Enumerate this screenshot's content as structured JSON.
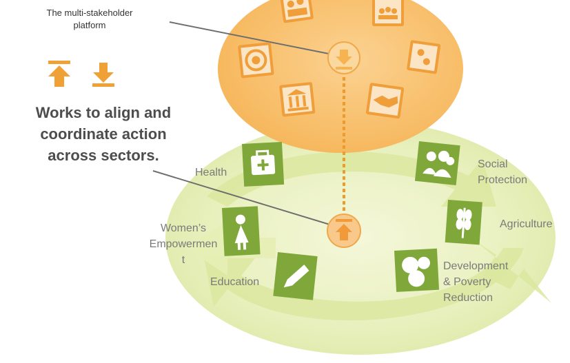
{
  "caption": "The multi-stakeholder\nplatform",
  "headline": "Works to align and\ncoordinate action\nacross sectors.",
  "sectors": {
    "health": "Health",
    "social": "Social\nProtection",
    "agriculture": "Agriculture",
    "women": "Women’s\nEmpowermen\nt",
    "education": "Education",
    "development": "Development\n& Poverty\nReduction"
  },
  "colors": {
    "platform_orange": "#f5b453",
    "platform_light": "#fbdcae",
    "icon_orange": "#e9972e",
    "sector_green": "#7fa73a",
    "cycle_green": "#d8e69a",
    "dotted_line": "#ee9b2d",
    "pointer_line": "#6e6e6e"
  },
  "icons": {
    "platform": [
      "people-group-icon",
      "meeting-icon",
      "un-emblem-icon",
      "coins-icon",
      "bank-building-icon",
      "handshake-icon"
    ],
    "legend": [
      "upload-arrow-icon",
      "download-arrow-icon"
    ],
    "sectors": [
      "first-aid-kit-icon",
      "people-icon",
      "wheat-icon",
      "woman-icon",
      "pencil-icon",
      "circles-icon"
    ]
  }
}
